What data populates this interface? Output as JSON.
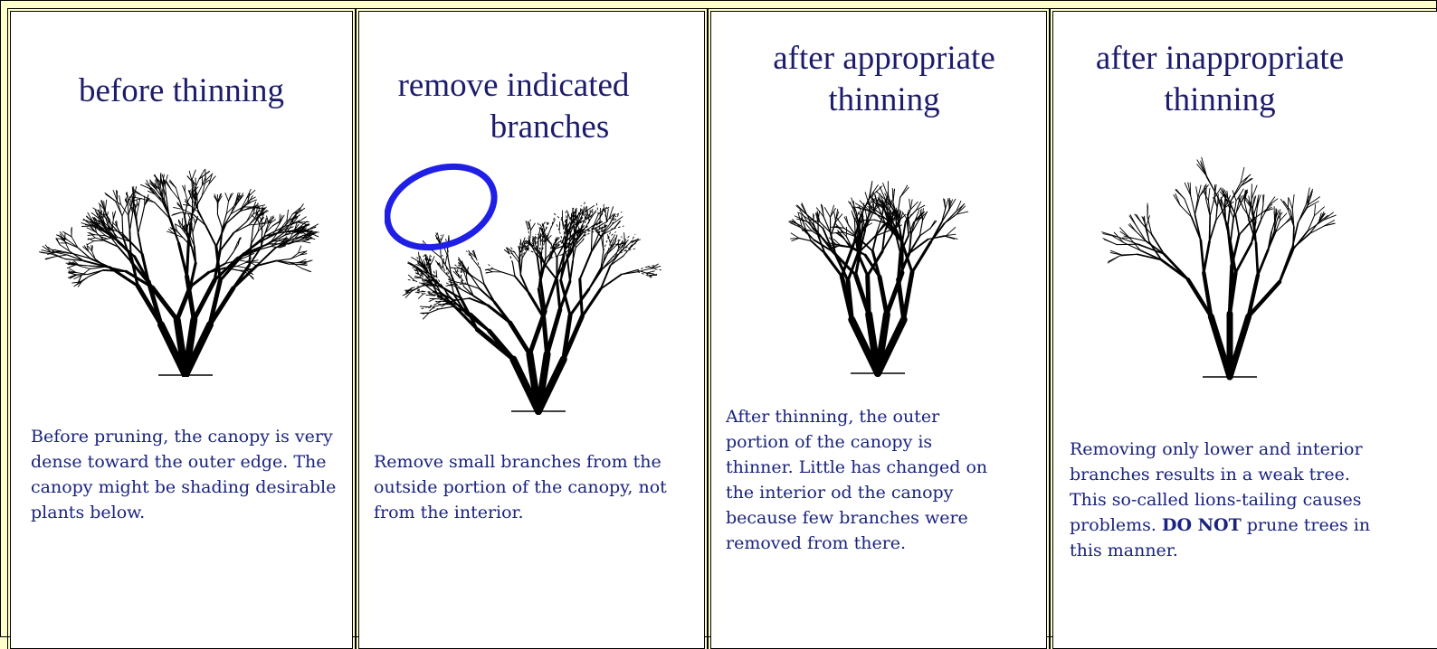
{
  "panels": [
    {
      "id": "before",
      "title_line1": "before thinning",
      "title_line2": "",
      "caption": "Before pruning, the canopy is very dense toward the outer edge. The canopy might be shading desirable plants below."
    },
    {
      "id": "remove",
      "title_line1": "remove indicated",
      "title_line2": "branches",
      "caption": "Remove small branches from the outside portion of the canopy, not from the interior."
    },
    {
      "id": "appropriate",
      "title_line1": "after appropriate",
      "title_line2": "thinning",
      "caption": "After thinning, the outer portion of the canopy is thinner. Little has changed on the interior od the canopy because few branches were removed from there."
    },
    {
      "id": "inappropriate",
      "title_line1": "after inappropriate",
      "title_line2": "thinning",
      "caption_before": "Removing only lower and interior branches results in a weak tree. This so-called lions-tailing causes problems. ",
      "caption_bold": "DO NOT",
      "caption_after": " prune trees in this manner."
    }
  ],
  "colors": {
    "background": "#ffffcc",
    "title": "#1c1c6b",
    "caption": "#1a237e",
    "highlight_ring": "#1f1fe6"
  },
  "icons": [
    "tree-illustration",
    "highlight-ring"
  ]
}
